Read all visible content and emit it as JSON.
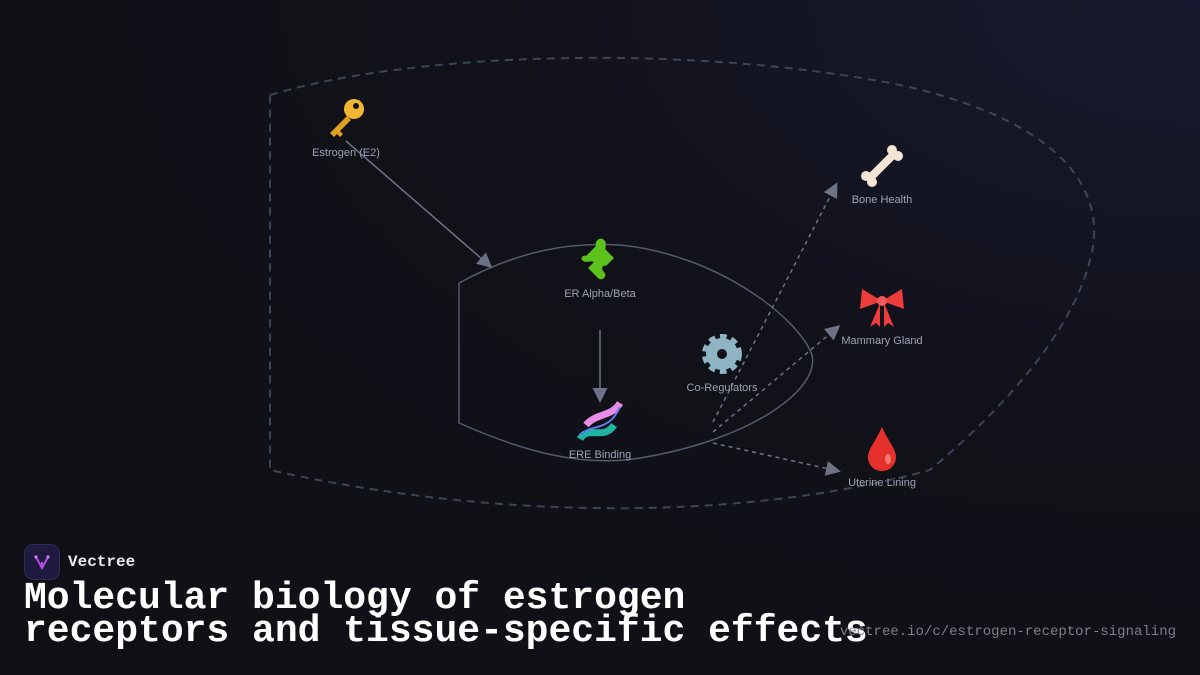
{
  "brand": {
    "name": "Vectree"
  },
  "title": {
    "line1": "Molecular biology of estrogen",
    "line2": "receptors and tissue-specific effects"
  },
  "url": "vectree.io/c/estrogen-receptor-signaling",
  "nodes": {
    "estrogen": {
      "label": "Estrogen (E2)",
      "icon": "key-icon"
    },
    "er": {
      "label": "ER Alpha/Beta",
      "icon": "puzzle-piece-icon"
    },
    "ere": {
      "label": "ERE Binding",
      "icon": "dna-icon"
    },
    "coreg": {
      "label": "Co-Regulators",
      "icon": "gear-icon"
    },
    "bone": {
      "label": "Bone Health",
      "icon": "bone-icon"
    },
    "mammary": {
      "label": "Mammary Gland",
      "icon": "ribbon-bow-icon"
    },
    "uterine": {
      "label": "Uterine Lining",
      "icon": "blood-drop-icon"
    }
  },
  "colors": {
    "edge": "#6b7385",
    "outer_group": "#3a4558",
    "label": "#9aa3b5",
    "logo_accent": "#b44ce0"
  }
}
